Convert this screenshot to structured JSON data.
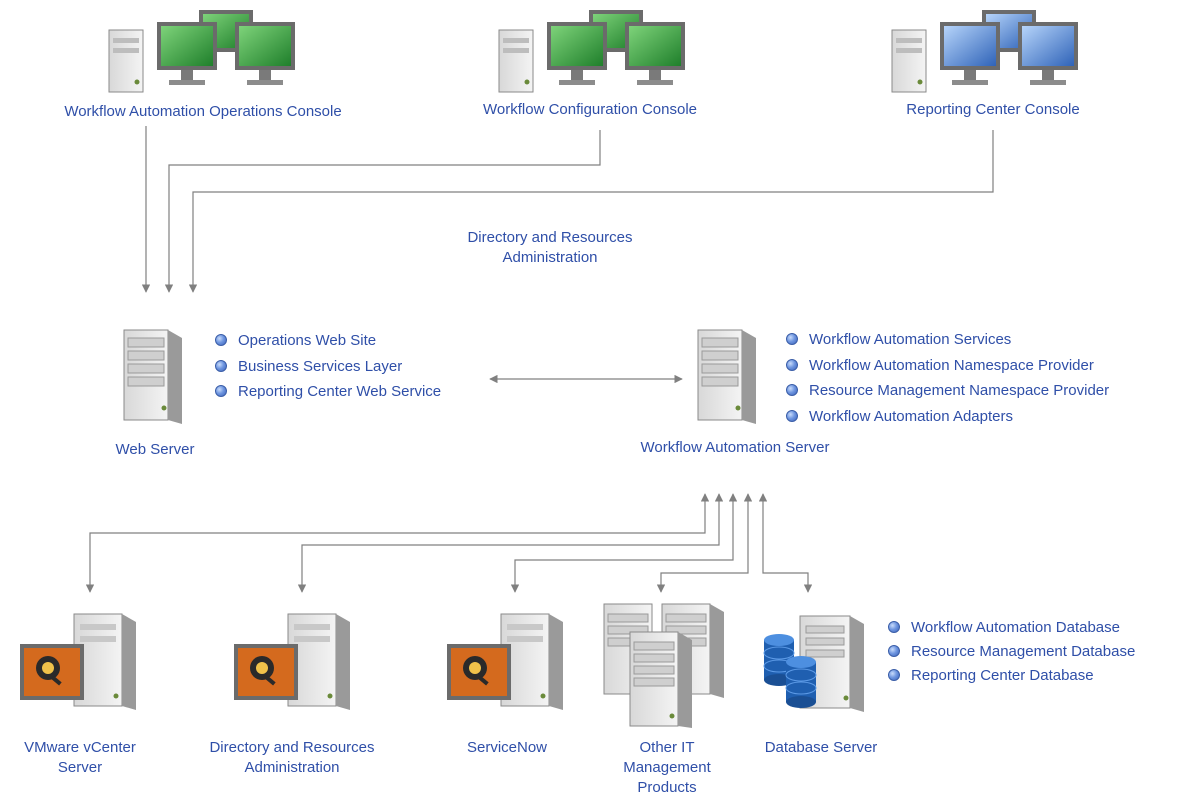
{
  "consoles": {
    "operations": "Workflow Automation Operations Console",
    "configuration": "Workflow Configuration Console",
    "reporting": "Reporting Center Console"
  },
  "floating_label": "Directory and Resources Administration",
  "web_server": {
    "label": "Web Server",
    "items": [
      "Operations Web Site",
      "Business Services Layer",
      "Reporting Center Web Service"
    ]
  },
  "wa_server": {
    "label": "Workflow Automation Server",
    "items": [
      "Workflow Automation Services",
      "Workflow Automation Namespace Provider",
      "Resource Management Namespace Provider",
      "Workflow Automation Adapters"
    ]
  },
  "bottom": {
    "vmware": "VMware vCenter Server",
    "directory": "Directory and Resources Administration",
    "servicenow": "ServiceNow",
    "other": "Other IT Management Products",
    "database": "Database Server"
  },
  "database_items": [
    "Workflow Automation Database",
    "Resource Management Database",
    "Reporting Center Database"
  ],
  "colors": {
    "text": "#2f4fa8",
    "connector": "#808080",
    "monitor_green": "#2e9b3a",
    "monitor_blue": "#4a86d6",
    "app_orange": "#d46a1e"
  }
}
